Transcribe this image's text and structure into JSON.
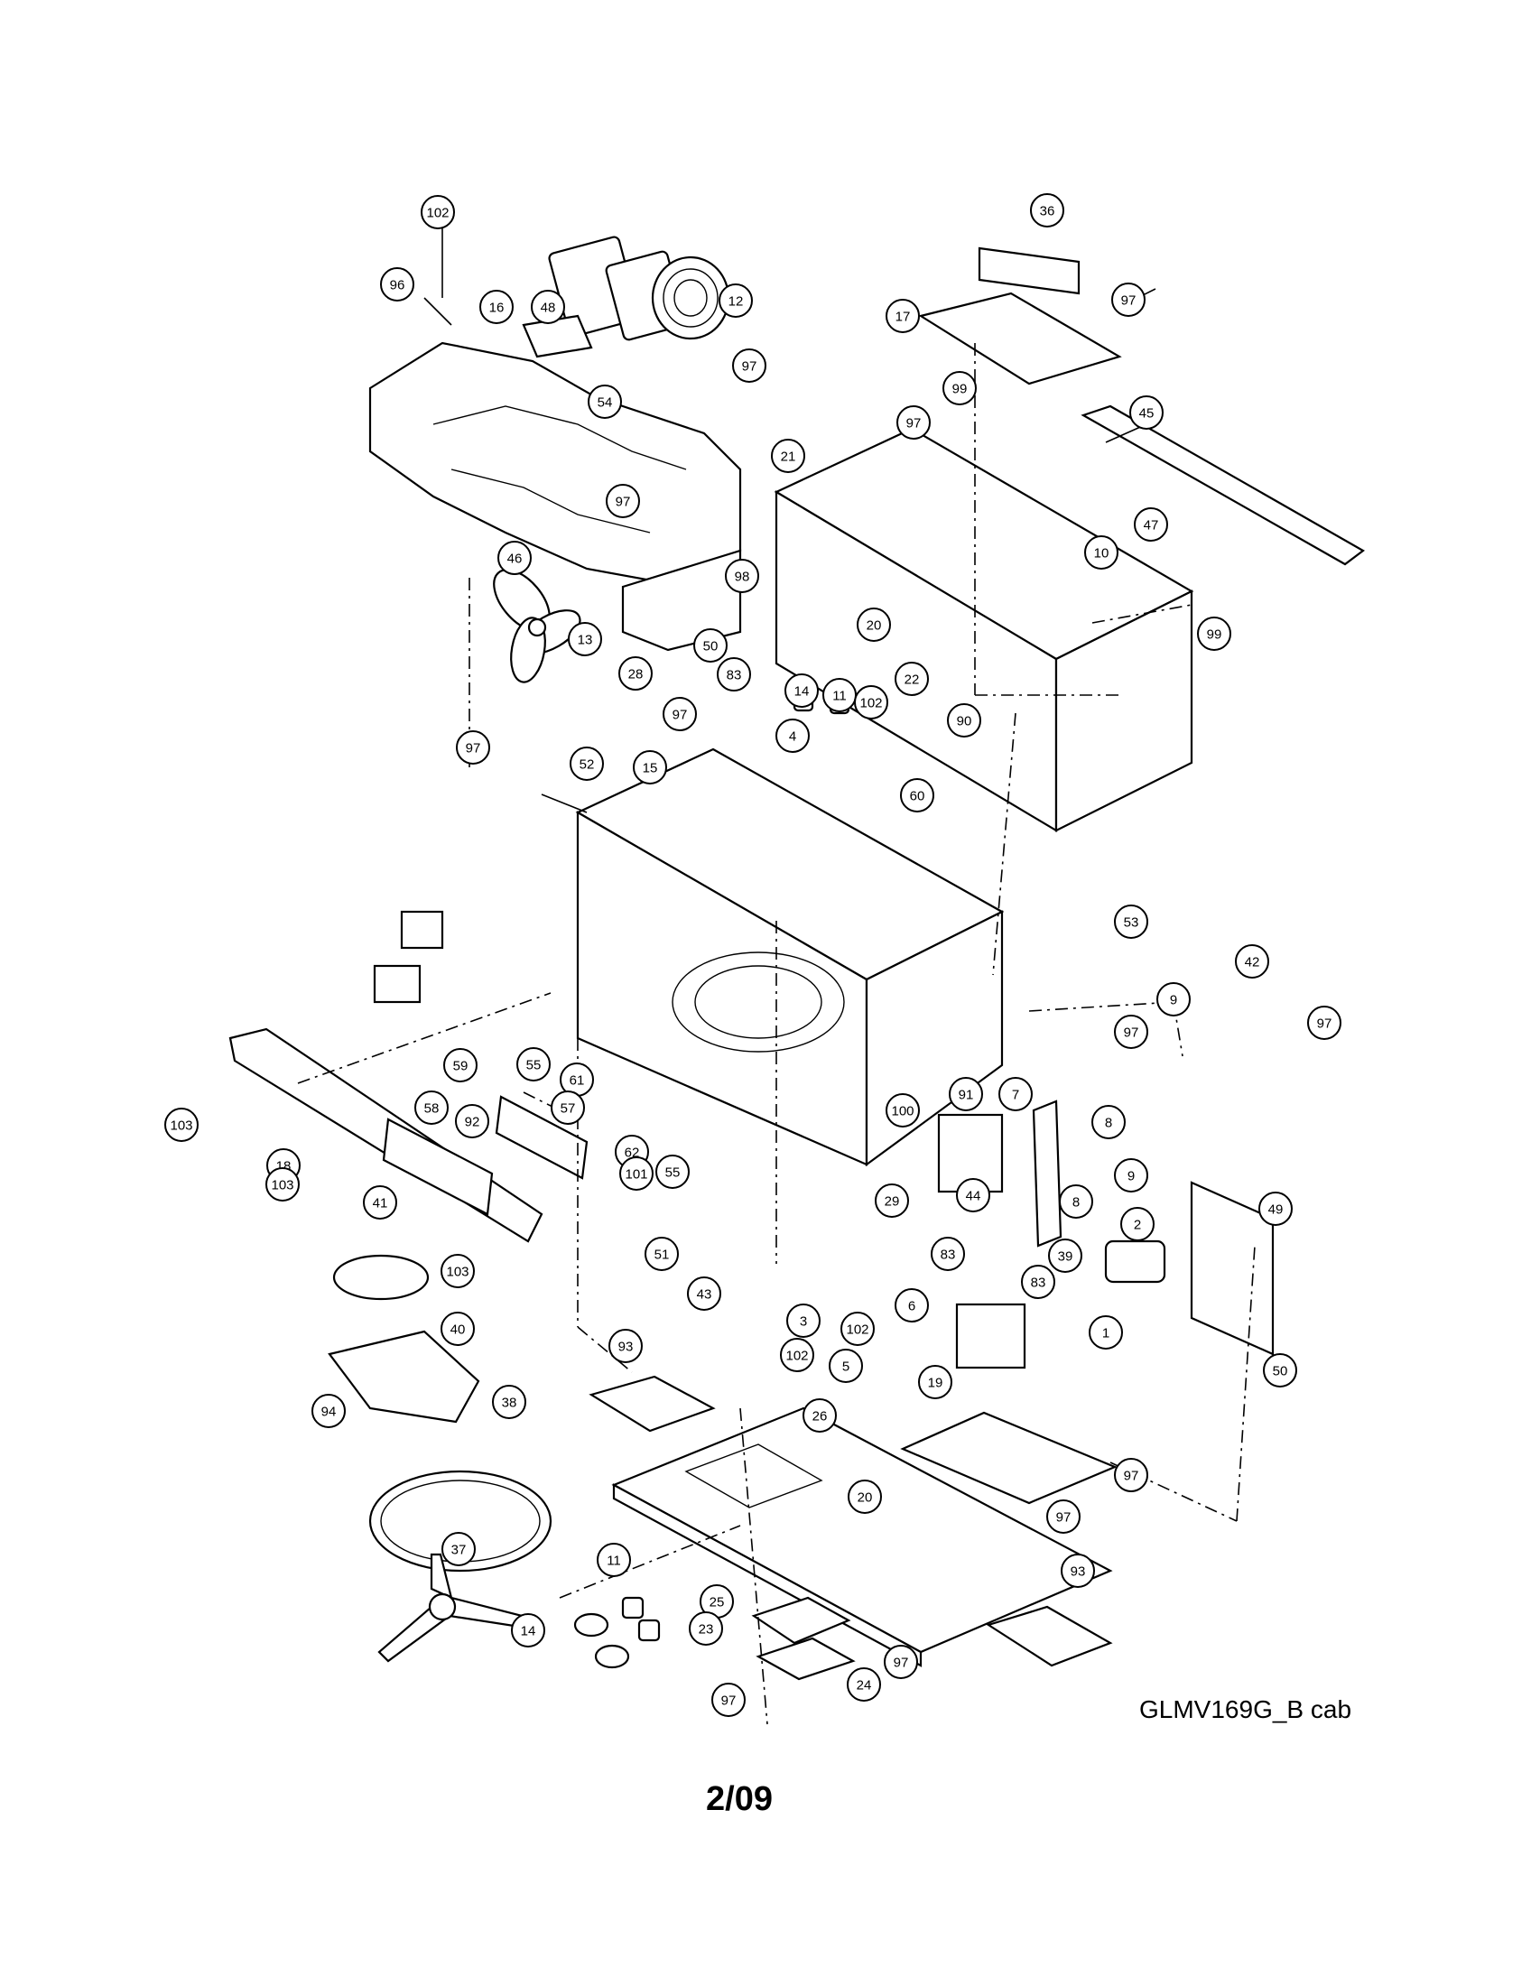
{
  "diagram": {
    "model_label": "GLMV169G_B cab",
    "page_number": "2/09",
    "callouts": [
      "102",
      "96",
      "16",
      "48",
      "12",
      "54",
      "97",
      "46",
      "13",
      "50",
      "98",
      "97",
      "36",
      "17",
      "97",
      "99",
      "97",
      "45",
      "21",
      "47",
      "10",
      "99",
      "20",
      "22",
      "28",
      "83",
      "14",
      "11",
      "97",
      "4",
      "102",
      "15",
      "52",
      "97",
      "60",
      "90",
      "53",
      "42",
      "9",
      "97",
      "97",
      "59",
      "58",
      "55",
      "61",
      "92",
      "57",
      "62",
      "55",
      "103",
      "18",
      "103",
      "41",
      "103",
      "101",
      "29",
      "100",
      "91",
      "7",
      "8",
      "9",
      "44",
      "8",
      "83",
      "2",
      "49",
      "51",
      "43",
      "3",
      "39",
      "83",
      "1",
      "6",
      "102",
      "5",
      "102",
      "40",
      "93",
      "19",
      "50",
      "94",
      "38",
      "26",
      "97",
      "20",
      "97",
      "37",
      "11",
      "93",
      "14",
      "25",
      "23",
      "97",
      "24",
      "97"
    ]
  }
}
